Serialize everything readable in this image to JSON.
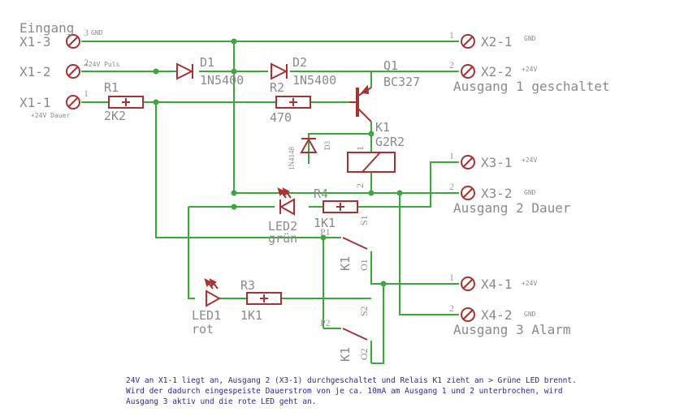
{
  "header": {
    "title": "Eingang"
  },
  "inputs": [
    {
      "name": "X1-3",
      "pin": "3",
      "signal": "GND"
    },
    {
      "name": "X1-2",
      "pin": "2",
      "signal": "+24V Puls"
    },
    {
      "name": "X1-1",
      "pin": "1",
      "signal": "+24V Dauer"
    }
  ],
  "outputs": [
    {
      "name": "X2-1",
      "pin": "1",
      "signal": "GND"
    },
    {
      "name": "X2-2",
      "pin": "2",
      "signal": "+24V"
    },
    {
      "name": "X3-1",
      "pin": "1",
      "signal": "+24V"
    },
    {
      "name": "X3-2",
      "pin": "2",
      "signal": "GND"
    },
    {
      "name": "X4-1",
      "pin": "1",
      "signal": "+24V"
    },
    {
      "name": "X4-2",
      "pin": "2",
      "signal": "GND"
    }
  ],
  "output_groups": [
    "Ausgang 1 geschaltet",
    "Ausgang 2 Dauer",
    "Ausgang 3 Alarm"
  ],
  "components": {
    "d1": {
      "name": "D1",
      "value": "1N5400"
    },
    "d2": {
      "name": "D2",
      "value": "1N5400"
    },
    "q1": {
      "name": "Q1",
      "value": "BC327"
    },
    "r1": {
      "name": "R1",
      "value": "2K2"
    },
    "r2": {
      "name": "R2",
      "value": "470"
    },
    "d3": {
      "name": "D3",
      "value": "1N4148"
    },
    "k1": {
      "name": "K1",
      "value": "G2R2"
    },
    "r4": {
      "name": "R4",
      "value": "1K1"
    },
    "led2": {
      "name": "LED2",
      "value": "grün"
    },
    "r3": {
      "name": "R3",
      "value": "1K1"
    },
    "led1": {
      "name": "LED1",
      "value": "rot"
    },
    "relay_contact_name": "K1",
    "relay_pins": [
      "1",
      "2",
      "P1",
      "S1",
      "O1",
      "P2",
      "S2",
      "O2"
    ]
  },
  "note": [
    "24V an X1-1  liegt an, Ausgang 2 (X3-1) durchgeschaltet und Relais K1  zieht an > Grüne LED brennt.",
    "Wird der dadurch eingespeiste Dauerstrom von je ca. 10mA am Ausgang 1 und 2 unterbrochen, wird",
    "Ausgang 3 aktiv und die rote LED geht an."
  ],
  "colors": {
    "wire": "#3aa83a",
    "component": "#a83232",
    "label": "#8a8a8a",
    "note": "#2a2a9a"
  }
}
